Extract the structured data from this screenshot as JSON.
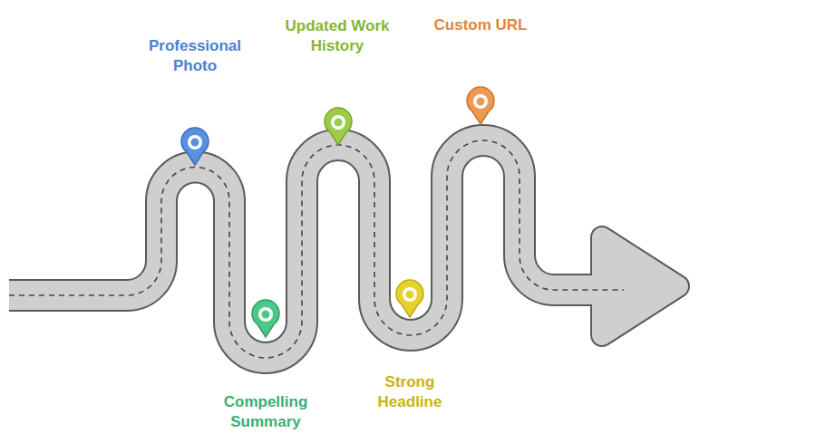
{
  "diagram": {
    "labels": [
      "Professional Photo",
      "Compelling Summary",
      "Updated Work History",
      "Strong Headline",
      "Custom URL"
    ]
  }
}
